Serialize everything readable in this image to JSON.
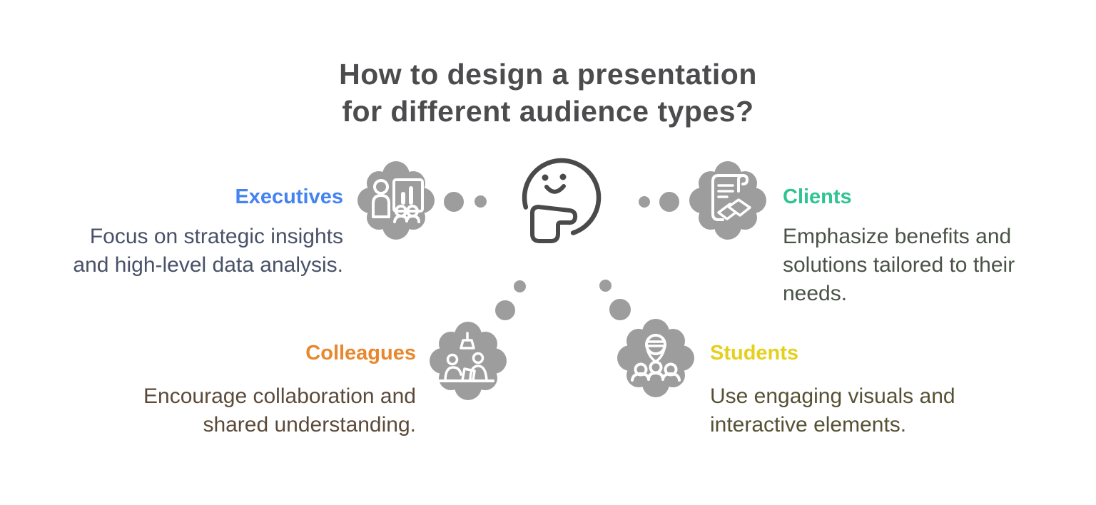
{
  "title": {
    "line1": "How to design a presentation",
    "line2": "for different audience types?",
    "full": "How to design a presentation for different audience types?"
  },
  "center": {
    "icon": "thinking-face-icon"
  },
  "sections": [
    {
      "id": "executives",
      "label": "Executives",
      "accent_color": "#4583f0",
      "text_color": "#485168",
      "align": "right",
      "icon": "presentation-chart-icon",
      "desc_text": "Focus on strategic insights and high-level data analysis.",
      "desc_lines": [
        "Focus on strategic insights",
        "and high-level data analysis."
      ]
    },
    {
      "id": "clients",
      "label": "Clients",
      "accent_color": "#2fc492",
      "text_color": "#4a5347",
      "align": "left",
      "icon": "contract-handshake-icon",
      "desc_text": "Emphasize benefits and solutions tailored to their needs.",
      "desc_lines": [
        "Emphasize benefits and",
        "solutions tailored to their",
        "needs."
      ]
    },
    {
      "id": "colleagues",
      "label": "Colleagues",
      "accent_color": "#e8872d",
      "text_color": "#5c4a39",
      "align": "right",
      "icon": "team-desk-icon",
      "desc_text": "Encourage collaboration and shared understanding.",
      "desc_lines": [
        "Encourage collaboration and",
        "shared understanding."
      ]
    },
    {
      "id": "students",
      "label": "Students",
      "accent_color": "#e5d01e",
      "text_color": "#565134",
      "align": "left",
      "icon": "microphone-audience-icon",
      "desc_text": "Use engaging visuals and interactive elements.",
      "desc_lines": [
        "Use engaging visuals and",
        "interactive elements."
      ]
    }
  ],
  "colors": {
    "background": "#ffffff",
    "title_text": "#4c4c4e",
    "bubble_fill": "#9d9d9d",
    "bubble_outline": "#ffffff",
    "face_stroke": "#4a4a4a"
  }
}
